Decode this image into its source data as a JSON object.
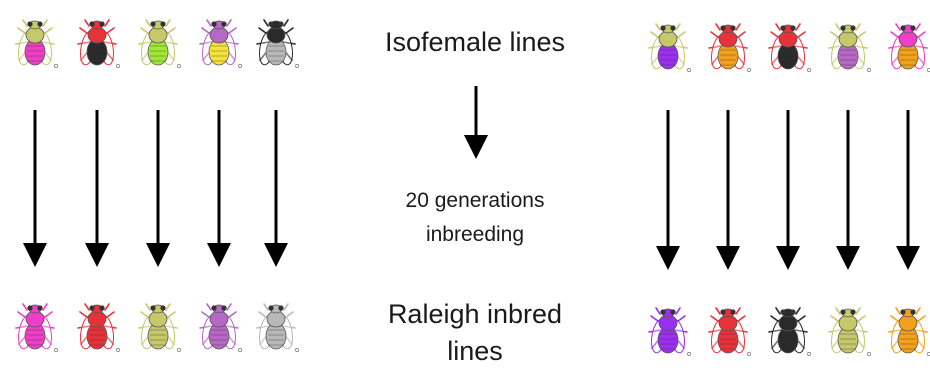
{
  "labels": {
    "top": "Isofemale lines",
    "middle_line1": "20 generations",
    "middle_line2": "inbreeding",
    "bottom_line1": "Raleigh inbred",
    "bottom_line2": "lines"
  },
  "colors": {
    "olive": "#c5c96a",
    "pink": "#ee3fc6",
    "red": "#e8323a",
    "black": "#2a2a2a",
    "lime": "#9fe834",
    "purple": "#b768c6",
    "yellow": "#f5e33b",
    "gray": "#b8b8b8",
    "violet": "#9a2ff0",
    "orange": "#f2a21a",
    "arrow": "#000000"
  },
  "flies_top_left": [
    {
      "thorax": "olive",
      "abdomen": "pink"
    },
    {
      "thorax": "red",
      "abdomen": "black"
    },
    {
      "thorax": "olive",
      "abdomen": "lime"
    },
    {
      "thorax": "purple",
      "abdomen": "yellow"
    },
    {
      "thorax": "black",
      "abdomen": "gray"
    }
  ],
  "flies_top_right": [
    {
      "thorax": "olive",
      "abdomen": "violet"
    },
    {
      "thorax": "red",
      "abdomen": "orange"
    },
    {
      "thorax": "red",
      "abdomen": "black"
    },
    {
      "thorax": "olive",
      "abdomen": "purple"
    },
    {
      "thorax": "pink",
      "abdomen": "orange"
    }
  ],
  "flies_bottom_left": [
    {
      "thorax": "pink",
      "abdomen": "pink"
    },
    {
      "thorax": "red",
      "abdomen": "red"
    },
    {
      "thorax": "olive",
      "abdomen": "olive"
    },
    {
      "thorax": "purple",
      "abdomen": "purple"
    },
    {
      "thorax": "gray",
      "abdomen": "gray"
    }
  ],
  "flies_bottom_right": [
    {
      "thorax": "violet",
      "abdomen": "violet"
    },
    {
      "thorax": "red",
      "abdomen": "red"
    },
    {
      "thorax": "black",
      "abdomen": "black"
    },
    {
      "thorax": "olive",
      "abdomen": "olive"
    },
    {
      "thorax": "orange",
      "abdomen": "orange"
    }
  ]
}
